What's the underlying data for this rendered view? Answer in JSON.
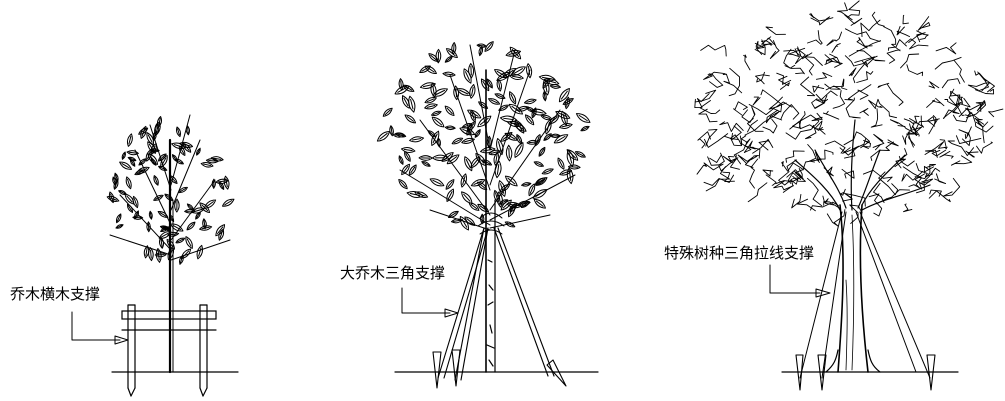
{
  "figure": {
    "labels": {
      "tree1": "乔木横木支撑",
      "tree2": "大乔木三角支撑",
      "tree3": "特殊树种三角拉线支撑"
    }
  },
  "style": {
    "ink": "#000000",
    "background": "#ffffff"
  }
}
